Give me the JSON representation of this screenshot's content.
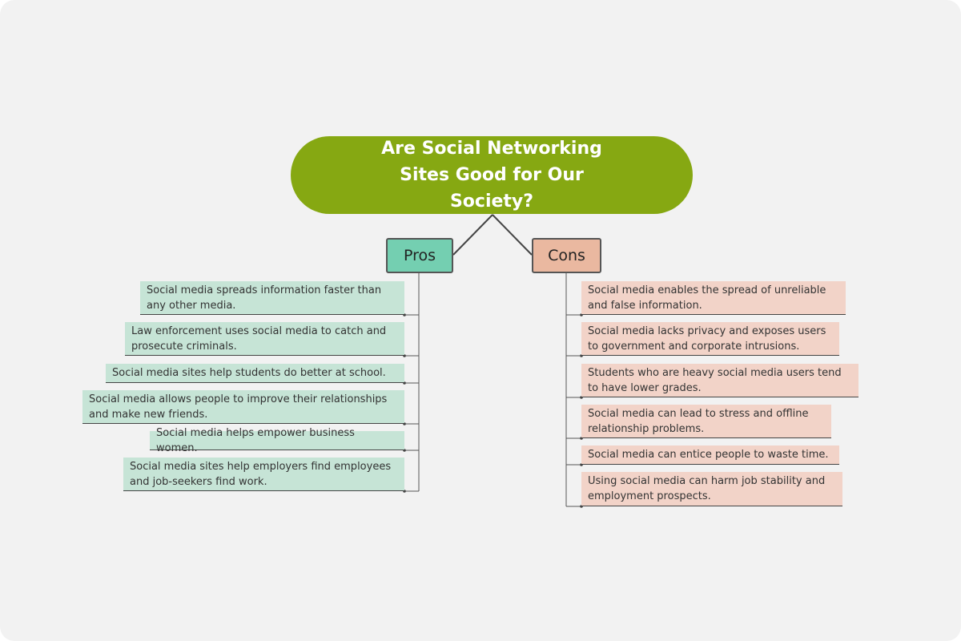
{
  "topic": {
    "text": "Are Social Networking Sites Good for Our Society?"
  },
  "pros": {
    "label": "Pros",
    "items": [
      "Social media spreads information faster than any other media.",
      "Law enforcement uses social media to catch and prosecute criminals.",
      "Social media sites help students do better at school.",
      "Social media allows people to improve their relationships and make new friends.",
      "Social media helps empower business women.",
      "Social media sites help employers find employees and job-seekers find work."
    ]
  },
  "cons": {
    "label": "Cons",
    "items": [
      "Social media enables the spread of unreliable and false information.",
      "Social media lacks privacy and exposes users to government and corporate intrusions.",
      "Students who are heavy social media users tend to have lower grades.",
      "Social media can lead to stress and offline relationship problems.",
      "Social media can entice people to waste time.",
      "Using social media can harm job stability and employment prospects."
    ]
  },
  "colors": {
    "topic": "#86a812",
    "pros_branch": "#74cfb1",
    "cons_branch": "#eab8a0",
    "pros_item": "#c6e4d6",
    "cons_item": "#f2d3c8",
    "connector": "#444444"
  }
}
